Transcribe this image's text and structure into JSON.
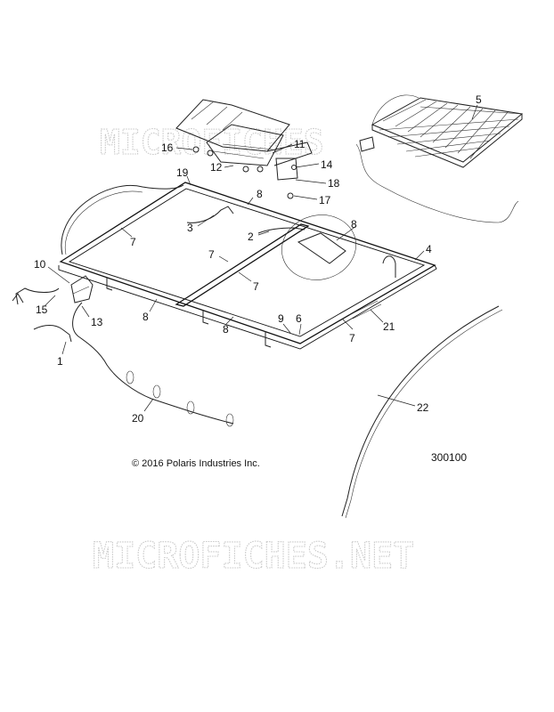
{
  "watermark": {
    "text_top": "MICROFICHES",
    "text_bottom": "MICROFICHES.NET"
  },
  "copyright": "© 2016 Polaris Industries Inc.",
  "diagram_code": "300100",
  "callouts": {
    "c1": "1",
    "c2": "2",
    "c3": "3",
    "c4": "4",
    "c5": "5",
    "c6": "6",
    "c7a": "7",
    "c7b": "7",
    "c7c": "7",
    "c7d": "7",
    "c8a": "8",
    "c8b": "8",
    "c8c": "8",
    "c8d": "8",
    "c9": "9",
    "c10": "10",
    "c11": "11",
    "c12": "12",
    "c13": "13",
    "c14": "14",
    "c15": "15",
    "c16": "16",
    "c17": "17",
    "c18": "18",
    "c19": "19",
    "c20": "20",
    "c21": "21",
    "c22": "22"
  }
}
